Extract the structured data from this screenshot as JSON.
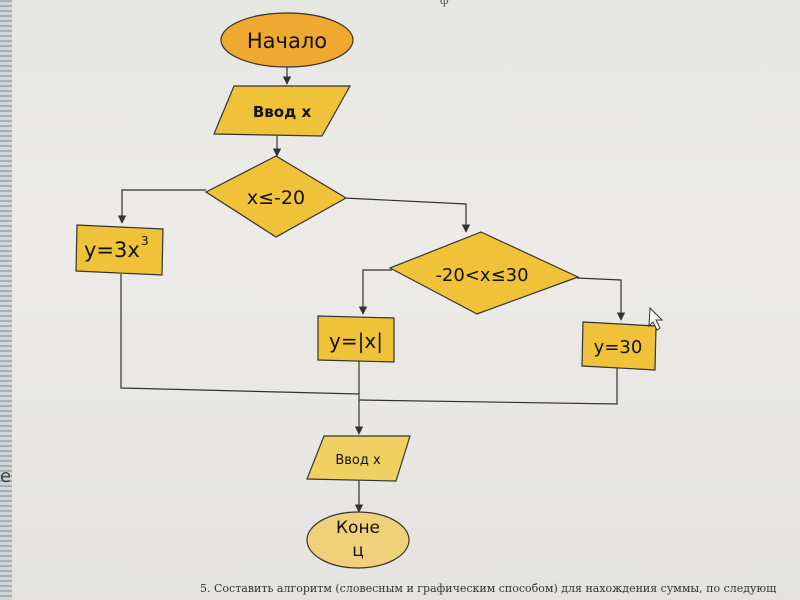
{
  "flowchart": {
    "start": "Начало",
    "input_top": "Ввод x",
    "decision_1": "x≤-20",
    "box_left": "y=3x",
    "box_left_exp": "3",
    "decision_2": "-20<x≤30",
    "box_mid": "y=|x|",
    "box_right": "y=30",
    "input_bottom": "Ввод x",
    "end_line1": "Коне",
    "end_line2": "ц"
  },
  "page": {
    "caption": "5. Составить алгоритм (словесным и графическим способом) для нахождения суммы, по следующ",
    "top_fragment": "ф",
    "left_glyph": "e"
  }
}
